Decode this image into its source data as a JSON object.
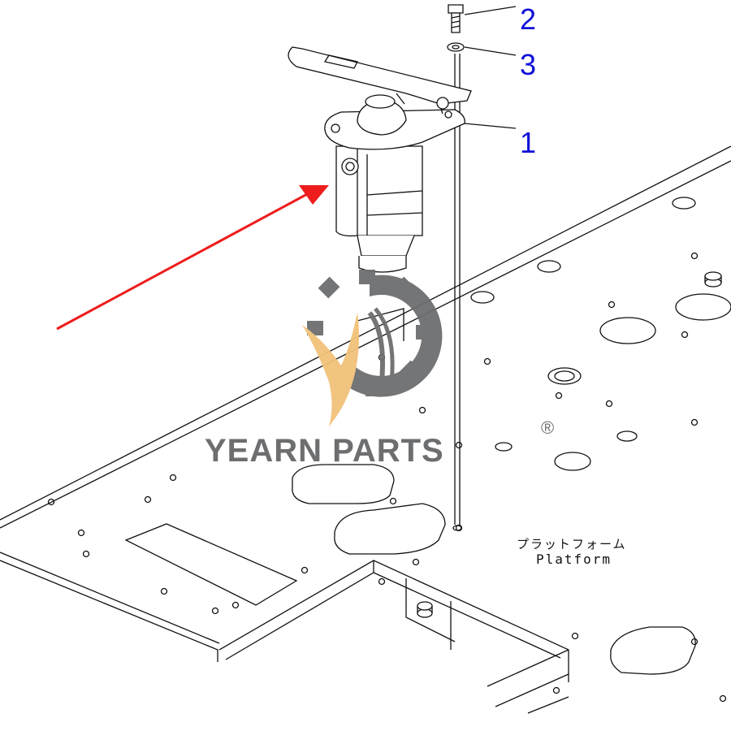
{
  "callouts": [
    {
      "number": "1",
      "part": "pedal valve"
    },
    {
      "number": "2",
      "part": "bolt"
    },
    {
      "number": "3",
      "part": "washer"
    }
  ],
  "platform_label": {
    "japanese": "プラットフォーム",
    "english": "Platform"
  },
  "watermark": {
    "brand": "YEARN PARTS",
    "registered_mark": "®",
    "colors": {
      "gear": "#6d6e70",
      "flame": "#f1c27a"
    }
  },
  "arrow": {
    "color": "#ee1c1c"
  },
  "icons": [
    "gear-logo-icon",
    "red-arrow-icon"
  ]
}
